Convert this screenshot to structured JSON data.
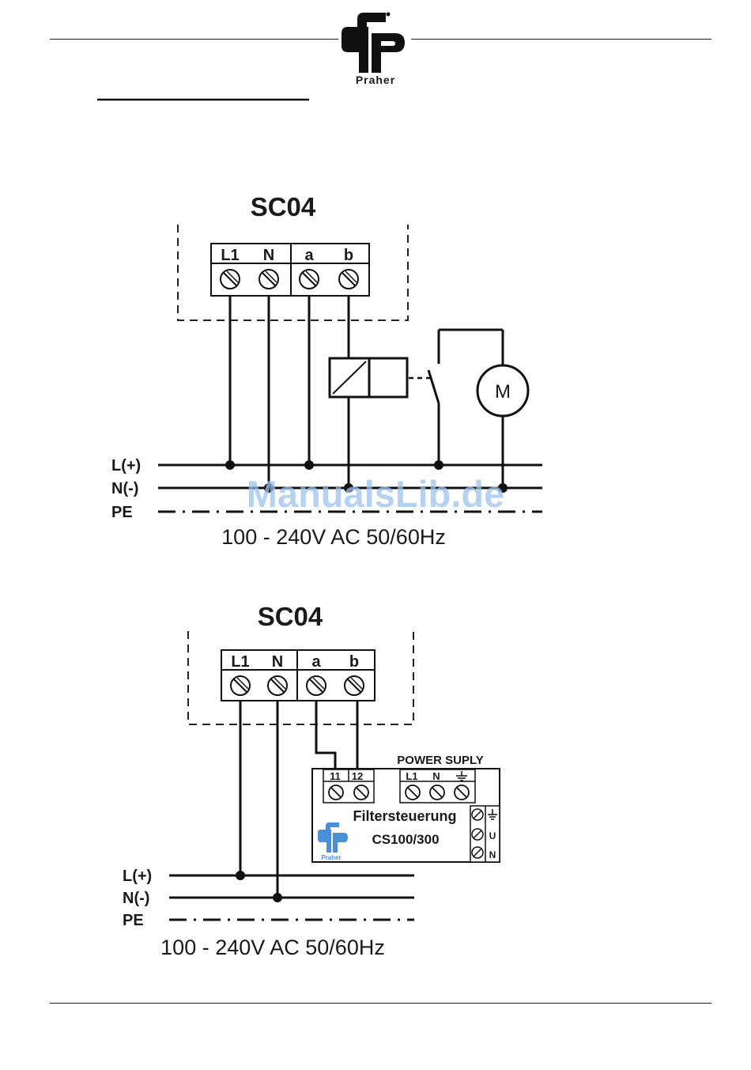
{
  "header": {
    "logo_text": "Praher"
  },
  "watermark": "ManualsLib.de",
  "diagram1": {
    "title": "SC04",
    "terminals": [
      "L1",
      "N",
      "a",
      "b"
    ],
    "motor_label": "M",
    "lines": [
      "L(+)",
      "N(-)",
      "PE"
    ],
    "supply": "100 - 240V AC 50/60Hz"
  },
  "diagram2": {
    "title": "SC04",
    "terminals": [
      "L1",
      "N",
      "a",
      "b"
    ],
    "power_supply_label": "POWER SUPLY",
    "cs_terminals_in": [
      "11",
      "12"
    ],
    "cs_terminals_power": [
      "L1",
      "N"
    ],
    "side_labels": [
      "U",
      "N"
    ],
    "device_name": "Filtersteuerung",
    "device_model": "CS100/300",
    "device_logo_text": "Praher",
    "lines": [
      "L(+)",
      "N(-)",
      "PE"
    ],
    "supply": "100 - 240V AC 50/60Hz"
  }
}
